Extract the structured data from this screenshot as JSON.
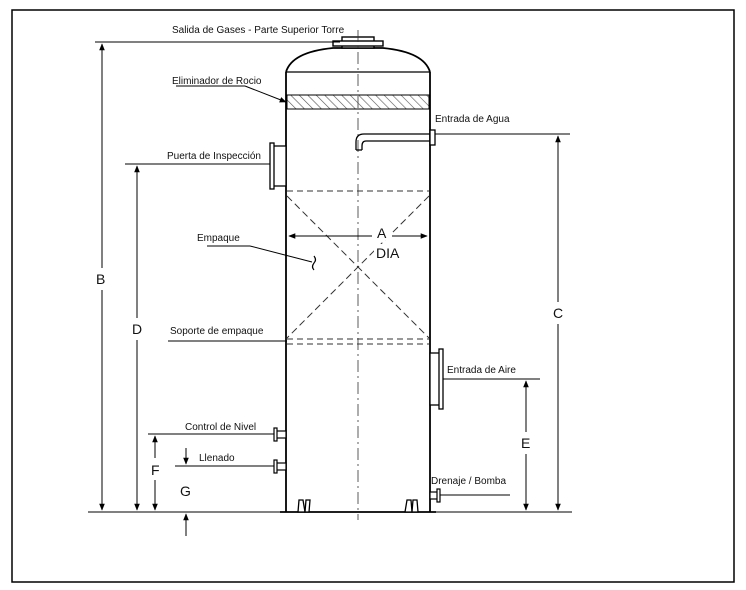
{
  "labels": {
    "salida_gases": "Salida de Gases - Parte Superior Torre",
    "eliminador": "Eliminador de Rocio",
    "entrada_agua": "Entrada de Agua",
    "puerta": "Puerta de Inspección",
    "empaque": "Empaque",
    "soporte": "Soporte de empaque",
    "entrada_aire": "Entrada de Aire",
    "control_nivel": "Control de Nivel",
    "llenado": "Llenado",
    "drenaje": "Drenaje / Bomba"
  },
  "dimensions": {
    "a": "A",
    "dia": "DIA",
    "b": "B",
    "c": "C",
    "d": "D",
    "e": "E",
    "f": "F",
    "g": "G"
  }
}
